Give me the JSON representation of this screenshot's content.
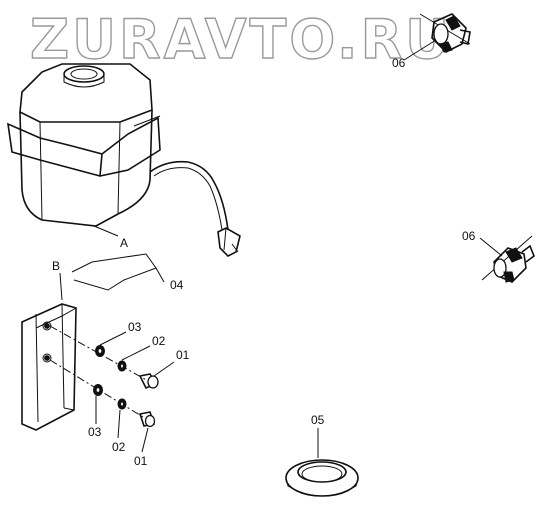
{
  "watermark": "ZURAVTO.RU",
  "labels": {
    "a": "A",
    "b": "B",
    "part_06_top": "06",
    "part_06_right": "06",
    "part_04": "04",
    "part_03_upper": "03",
    "part_02_upper": "02",
    "part_01_upper": "01",
    "part_03_lower": "03",
    "part_02_lower": "02",
    "part_01_lower": "01",
    "part_05": "05"
  }
}
